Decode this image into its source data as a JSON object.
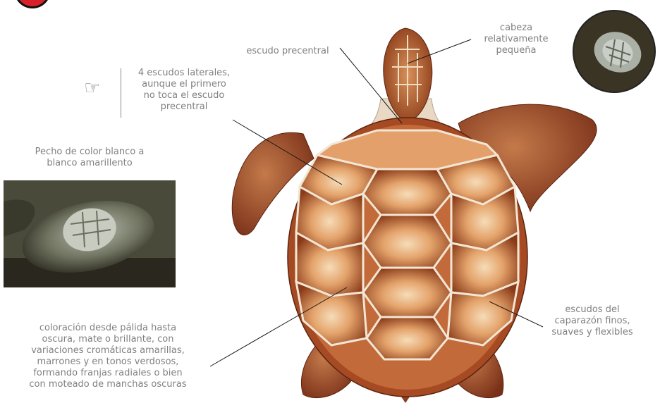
{
  "labels": {
    "head": [
      "cabeza",
      "relativamente",
      "pequeña"
    ],
    "precentral": [
      "escudo precentral"
    ],
    "lateral": [
      "4 escudos laterales,",
      "aunque el primero",
      "no toca el escudo",
      "precentral"
    ],
    "chest": [
      "Pecho de color blanco a",
      "blanco amarillento"
    ],
    "shell": [
      "escudos del",
      "caparazón finos,",
      "suaves y flexibles"
    ],
    "coloration": [
      "coloración desde pálida hasta",
      "oscura, mate o brillante, con",
      "variaciones cromáticas amarillas,",
      "marrones y en tonos verdosos,",
      "formando franjas radiales o bien",
      "con moteado de manchas oscuras"
    ]
  },
  "icons": {
    "pointer": "pointing-hand-icon",
    "badge": "red-circle-badge"
  },
  "colors": {
    "shell_dark": "#7a3418",
    "shell_light": "#e9b07a",
    "flipper": "#9c4a26",
    "line": "#1a1a1a"
  }
}
